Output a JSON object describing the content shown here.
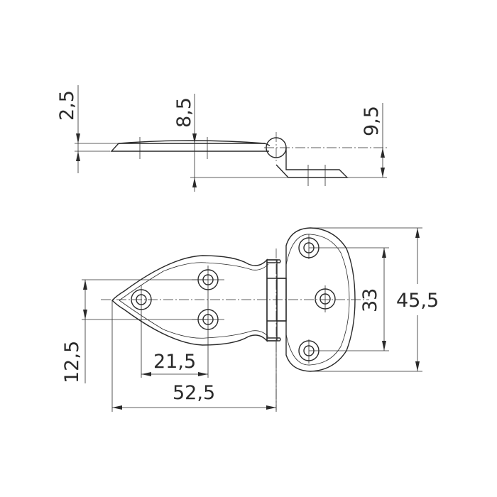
{
  "drawing": {
    "subject": "hinge",
    "views": [
      "side-view",
      "top-view"
    ],
    "line_color": "#2a2a2a",
    "background": "#ffffff"
  },
  "side_view": {
    "dimensions": {
      "plate_thickness": "2,5",
      "leaf_height": "8,5",
      "offset_height": "9,5"
    }
  },
  "top_view": {
    "dimensions": {
      "hole_spacing_left_vertical": "12,5",
      "hole_spacing_left_horizontal": "21,5",
      "overall_left_length": "52,5",
      "hole_spacing_right_vertical": "33",
      "overall_height": "45,5"
    }
  }
}
